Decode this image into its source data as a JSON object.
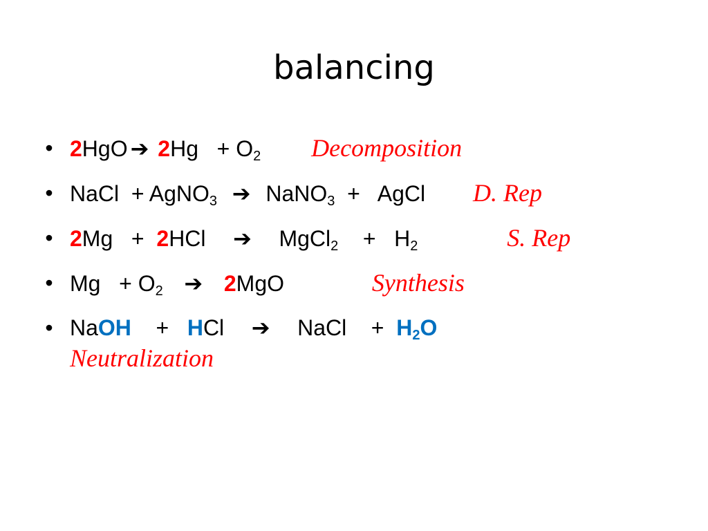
{
  "slide": {
    "title": "balancing",
    "items": [
      {
        "reaction": "Decomposition",
        "parts": {
          "c1": "2",
          "r1": "HgO",
          "arrow": "➔",
          "c2": " 2",
          "p1": "Hg",
          "plus": "   + O",
          "p2_sub": "2"
        }
      },
      {
        "reaction": "D. Rep",
        "parts": {
          "r1": "NaCl  + AgNO",
          "r1_sub": "3",
          "arrow": "  ➔  ",
          "p1": "NaNO",
          "p1_sub": "3",
          "p2": "  +   AgCl"
        }
      },
      {
        "reaction": "S. Rep",
        "parts": {
          "c1": "2",
          "r1": "Mg   +  ",
          "c2": "2",
          "r2": "HCl    ",
          "arrow": "➔",
          "p1": "    MgCl",
          "p1_sub": "2",
          "p2": "    +   H",
          "p2_sub": "2"
        }
      },
      {
        "reaction": "Synthesis",
        "parts": {
          "r1": "Mg   + O",
          "r1_sub": "2",
          "arrow": "   ➔   ",
          "c1": "2",
          "p1": "MgO"
        }
      },
      {
        "reaction": "Neutralization",
        "parts": {
          "r1a": "Na",
          "r1b": "OH",
          "plus1": "    +   ",
          "r2a": "H",
          "r2b": "Cl    ",
          "arrow": "➔",
          "p1": "    NaCl    +  ",
          "p2a": "H",
          "p2_sub": "2",
          "p2b": "O"
        }
      }
    ]
  },
  "colors": {
    "coefficient": "#ff0000",
    "reaction_type": "#ff0000",
    "highlight": "#0070c0",
    "text": "#000000",
    "background": "#ffffff"
  },
  "icons": {
    "bullet": "•",
    "arrow": "right-arrow-icon"
  }
}
